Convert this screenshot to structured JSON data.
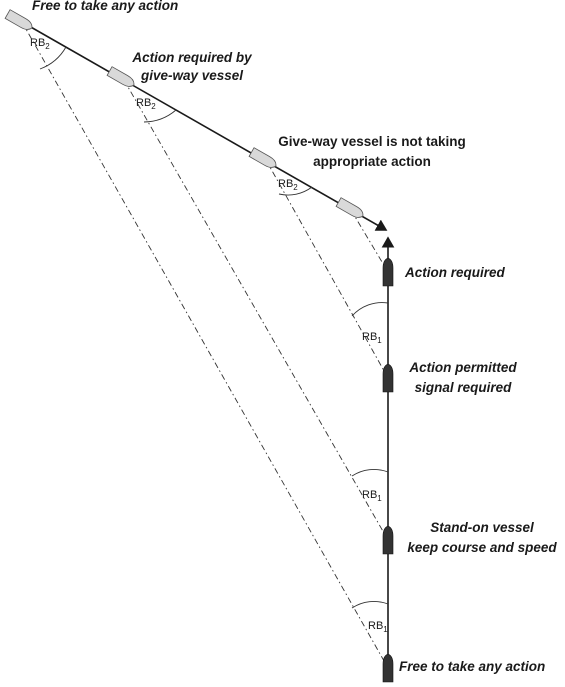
{
  "give_way_labels": {
    "free": "Free to take any action",
    "action_required_1": "Action required by",
    "action_required_2": "give-way vessel",
    "not_taking_1": "Give-way vessel is not taking",
    "not_taking_2": "appropriate action"
  },
  "stand_on_labels": {
    "action_required": "Action required",
    "permitted_1": "Action permitted",
    "permitted_2": "signal required",
    "keep_1": "Stand-on vessel",
    "keep_2": "keep course and speed",
    "free": "Free to take any action"
  },
  "bearing_labels": {
    "rb2_main": "RB",
    "rb2_sub": "2",
    "rb1_main": "RB",
    "rb1_sub": "1"
  },
  "colors": {
    "give_way_vessel": "#d9d9d9",
    "stand_on_vessel": "#333333"
  }
}
